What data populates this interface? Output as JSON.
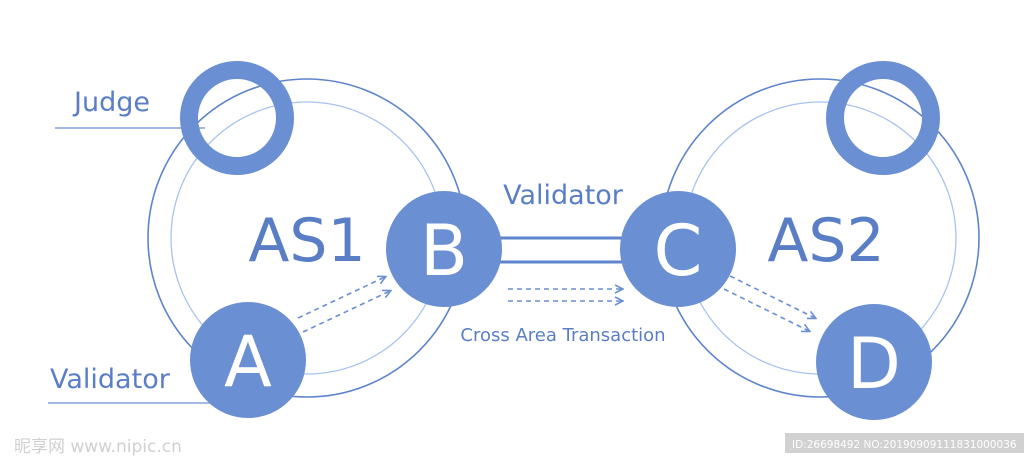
{
  "colors": {
    "node_fill": "#6a8fd2",
    "ring_dark": "#5e84cc",
    "ring_light": "#a7c2ee",
    "label": "#5a7ec6",
    "node_text": "#ffffff"
  },
  "diagram": {
    "left_area_label": "AS1",
    "right_area_label": "AS2",
    "judge_label": "Judge",
    "validator_left_label": "Validator",
    "validator_top_label": "Validator",
    "cross_area_label": "Cross Area Transaction",
    "node_a": "A",
    "node_b": "B",
    "node_c": "C",
    "node_d": "D"
  },
  "watermark": {
    "left": "昵享网 www.nipic.cn",
    "right": "ID:26698492 NO:20190909111831000036"
  }
}
